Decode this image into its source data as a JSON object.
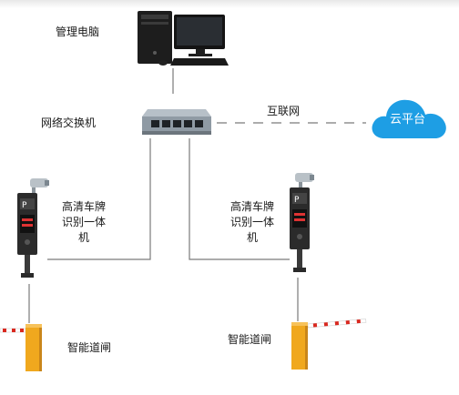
{
  "nodes": {
    "pc": {
      "label": "管理电脑"
    },
    "switch": {
      "label": "网络交换机"
    },
    "internet": {
      "label": "互联网"
    },
    "cloud": {
      "label": "云平台"
    },
    "camera_left": {
      "label_lines": [
        "高清车牌",
        "识别一体",
        "机"
      ]
    },
    "camera_right": {
      "label_lines": [
        "高清车牌",
        "识别一体",
        "机"
      ]
    },
    "barrier_left": {
      "label": "智能道闸"
    },
    "barrier_right": {
      "label": "智能道闸"
    }
  },
  "colors": {
    "line": "#7a7a7a",
    "cloud": "#1e9ee4",
    "cloud_text": "#ffffff",
    "barrier_body": "#f0a81e",
    "barrier_arm_stripe": "#d9281f",
    "camera_body": "#2b2b2b",
    "switch_body": "#9aa4ad"
  }
}
